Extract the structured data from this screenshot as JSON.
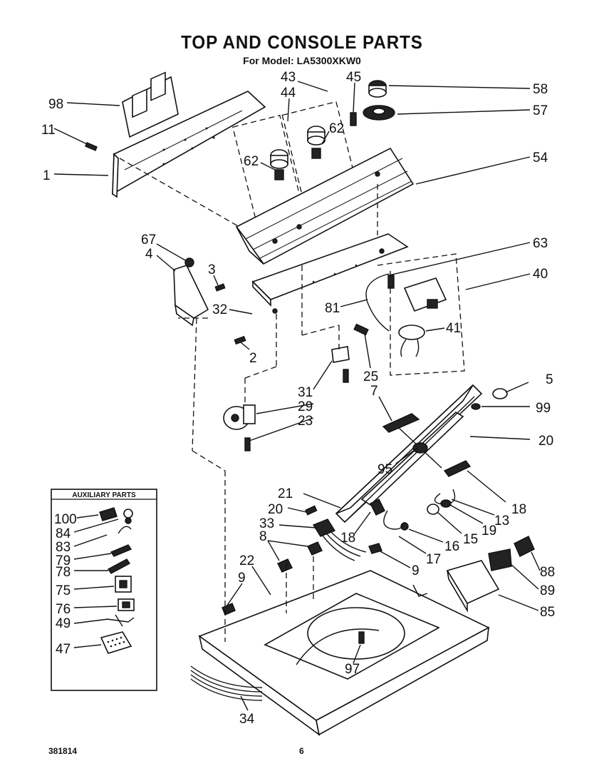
{
  "header": {
    "title": "TOP AND CONSOLE PARTS",
    "model_line": "For Model: LA5300XKW0"
  },
  "footer": {
    "doc_number": "381814",
    "page_number": "6"
  },
  "auxiliary_box": {
    "title": "AUXILIARY PARTS",
    "items": [
      "100",
      "84",
      "83",
      "79",
      "78",
      "75",
      "76",
      "49",
      "47"
    ]
  },
  "callouts": {
    "c98": "98",
    "c11": "11",
    "c1": "1",
    "c43": "43",
    "c44": "44",
    "c45": "45",
    "c62a": "62",
    "c62b": "62",
    "c58": "58",
    "c57": "57",
    "c54": "54",
    "c67": "67",
    "c4": "4",
    "c3": "3",
    "c32": "32",
    "c2": "2",
    "c63": "63",
    "c40": "40",
    "c81": "81",
    "c41": "41",
    "c25": "25",
    "c31": "31",
    "c29": "29",
    "c23": "23",
    "c5": "5",
    "c7": "7",
    "c99": "99",
    "c20a": "20",
    "c95": "95",
    "c21": "21",
    "c20b": "20",
    "c33": "33",
    "c18a": "18",
    "c18b": "18",
    "c13": "13",
    "c19": "19",
    "c15": "15",
    "c16": "16",
    "c17": "17",
    "c8": "8",
    "c9a": "9",
    "c9b": "9",
    "c22": "22",
    "c88": "88",
    "c89": "89",
    "c85": "85",
    "c97": "97",
    "c34": "34"
  }
}
